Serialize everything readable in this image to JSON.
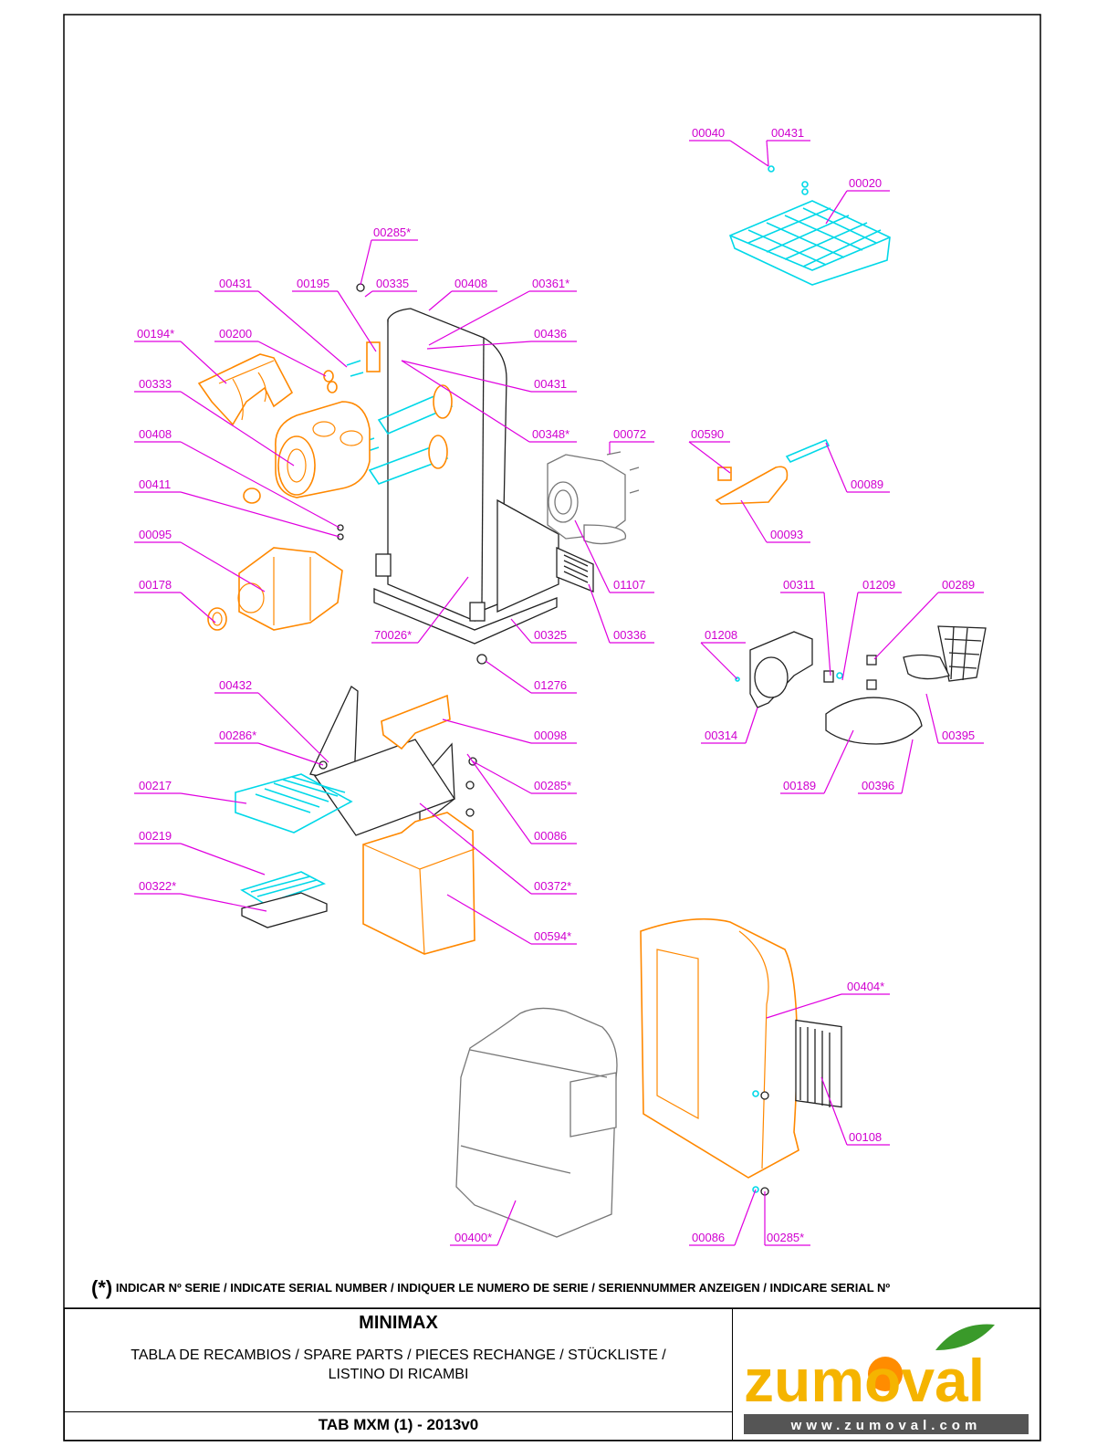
{
  "diagram": {
    "callouts": [
      {
        "label": "00040"
      },
      {
        "label": "00431"
      },
      {
        "label": "00020"
      },
      {
        "label": "00285*"
      },
      {
        "label": "00431"
      },
      {
        "label": "00195"
      },
      {
        "label": "00335"
      },
      {
        "label": "00408"
      },
      {
        "label": "00361*"
      },
      {
        "label": "00194*"
      },
      {
        "label": "00200"
      },
      {
        "label": "00436"
      },
      {
        "label": "00431"
      },
      {
        "label": "00333"
      },
      {
        "label": "00348*"
      },
      {
        "label": "00072"
      },
      {
        "label": "00590"
      },
      {
        "label": "00089"
      },
      {
        "label": "00408"
      },
      {
        "label": "00093"
      },
      {
        "label": "00411"
      },
      {
        "label": "00095"
      },
      {
        "label": "01107"
      },
      {
        "label": "00178"
      },
      {
        "label": "00311"
      },
      {
        "label": "01209"
      },
      {
        "label": "00289"
      },
      {
        "label": "70026*"
      },
      {
        "label": "00325"
      },
      {
        "label": "00336"
      },
      {
        "label": "01208"
      },
      {
        "label": "00432"
      },
      {
        "label": "01276"
      },
      {
        "label": "00286*"
      },
      {
        "label": "00098"
      },
      {
        "label": "00314"
      },
      {
        "label": "00395"
      },
      {
        "label": "00217"
      },
      {
        "label": "00285*"
      },
      {
        "label": "00189"
      },
      {
        "label": "00396"
      },
      {
        "label": "00219"
      },
      {
        "label": "00086"
      },
      {
        "label": "00322*"
      },
      {
        "label": "00372*"
      },
      {
        "label": "00594*"
      },
      {
        "label": "00404*"
      },
      {
        "label": "00108"
      },
      {
        "label": "00400*"
      },
      {
        "label": "00086"
      },
      {
        "label": "00285*"
      }
    ]
  },
  "note": {
    "star": "(*)",
    "text": "INDICAR Nº SERIE / INDICATE SERIAL NUMBER / INDIQUER LE NUMERO DE SERIE / SERIENNUMMER ANZEIGEN / INDICARE SERIAL Nº"
  },
  "footer": {
    "model": "MINIMAX",
    "subtitle_line1": "TABLA DE RECAMBIOS / SPARE PARTS / PIECES RECHANGE / STÜCKLISTE /",
    "subtitle_line2": "LISTINO DI RICAMBI",
    "reference": "TAB MXM (1) - 2013v0"
  },
  "logo": {
    "brand": "zumoval",
    "url": "www.zumoval.com",
    "colors": {
      "letters": "#f5b400",
      "leaf": "#3a9a2a",
      "orange": "#ff8c00",
      "bar": "#555555"
    }
  }
}
